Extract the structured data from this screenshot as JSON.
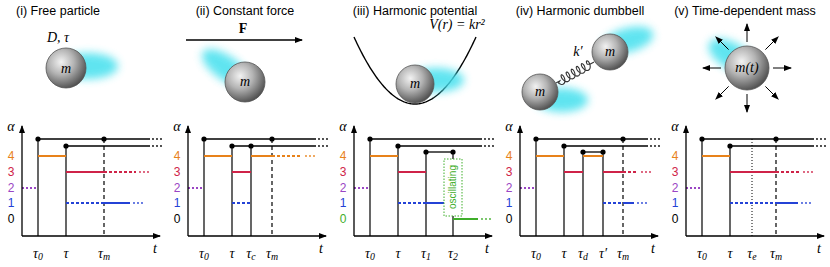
{
  "diagram": {
    "labels": [
      "(i) Free particle",
      "D, τ",
      "m",
      "α",
      "4",
      "3",
      "2",
      "1",
      "0",
      "τ0",
      "τ",
      "τm",
      "t",
      "(ii) Constant force",
      "F",
      "m",
      "α",
      "4",
      "3",
      "2",
      "1",
      "0",
      "τ0",
      "τ",
      "τc",
      "τm",
      "t",
      "(iii) Harmonic potential",
      "V(r) = kr²",
      "m",
      "α",
      "4",
      "3",
      "2",
      "1",
      "0",
      "oscillating",
      "τ0",
      "τ",
      "τ1",
      "τ2",
      "t",
      "(iv) Harmonic dumbbell",
      "k′",
      "m",
      "m",
      "α",
      "4",
      "3",
      "2",
      "1",
      "0",
      "τ0",
      "τ",
      "τd",
      "τ′",
      "τm",
      "t",
      "(v) Time-dependent mass",
      "m(t)",
      "α",
      "4",
      "3",
      "2",
      "1",
      "0",
      "τ0",
      "τ",
      "τe",
      "τm",
      "t"
    ]
  }
}
